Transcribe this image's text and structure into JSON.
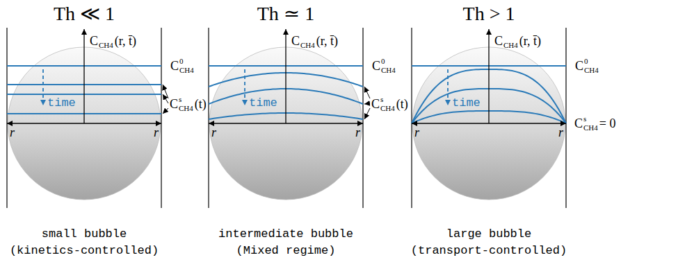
{
  "diagram": {
    "labels": [
      "Th ≪ 1",
      "C",
      "CH4",
      "(r, t̄)",
      "C",
      "0",
      "CH4",
      "C",
      "s",
      "CH4",
      "(t)",
      "r",
      "r",
      "time",
      "small bubble (kinetics-controlled)",
      "Th ≃ 1",
      "C",
      "CH4",
      "(r, t̄)",
      "C",
      "0",
      "CH4",
      "C",
      "s",
      "CH4",
      "(t)",
      "r",
      "r",
      "time",
      "intermediate bubble (Mixed regime)",
      "Th > 1",
      "C",
      "CH4",
      "(r, t̄)",
      "C",
      "0",
      "CH4",
      "C",
      "s",
      "CH4",
      "= 0",
      "r",
      "r",
      "time",
      "large bubble (transport-controlled)"
    ]
  }
}
